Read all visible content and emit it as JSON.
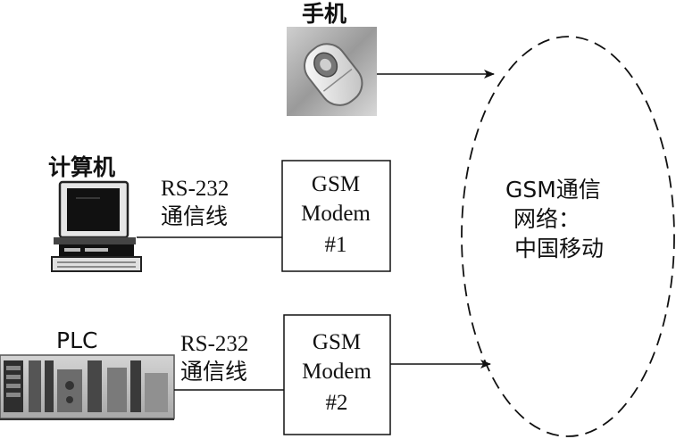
{
  "phone": {
    "label": "手机"
  },
  "computer": {
    "label": "计算机"
  },
  "plc": {
    "label": "PLC"
  },
  "link1": {
    "line1": "RS-232",
    "line2": "通信线"
  },
  "link2": {
    "line1": "RS-232",
    "line2": "通信线"
  },
  "modem1": {
    "line1": "GSM",
    "line2": "Modem",
    "line3": "#1"
  },
  "modem2": {
    "line1": "GSM",
    "line2": "Modem",
    "line3": "#2"
  },
  "network": {
    "line1": "GSM通信",
    "line2": "网络：",
    "line3": "中国移动"
  },
  "colors": {
    "ink": "#111111",
    "device_gray": "#8a8a8a"
  }
}
